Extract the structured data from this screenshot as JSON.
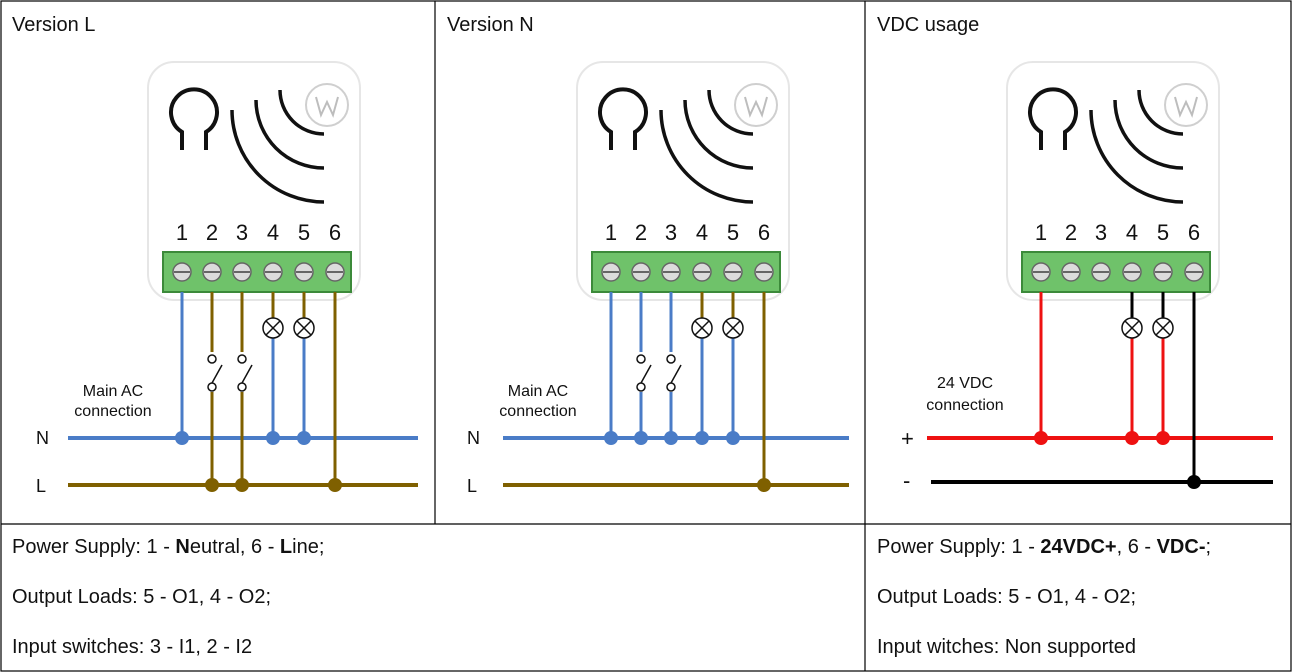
{
  "panels": [
    {
      "title": "Version L",
      "terminals": [
        "1",
        "2",
        "3",
        "4",
        "5",
        "6"
      ],
      "conn_label_line1": "Main AC",
      "conn_label_line2": "connection",
      "rail_top_label": "N",
      "rail_bottom_label": "L"
    },
    {
      "title": "Version N",
      "terminals": [
        "1",
        "2",
        "3",
        "4",
        "5",
        "6"
      ],
      "conn_label_line1": "Main AC",
      "conn_label_line2": "connection",
      "rail_top_label": "N",
      "rail_bottom_label": "L"
    },
    {
      "title": "VDC usage",
      "terminals": [
        "1",
        "2",
        "3",
        "4",
        "5",
        "6"
      ],
      "conn_label_line1": "24 VDC",
      "conn_label_line2": "connection",
      "rail_top_label": "+",
      "rail_bottom_label": "-"
    }
  ],
  "ac_info": {
    "power_prefix": "Power Supply: 1 - ",
    "power_n_bold": "N",
    "power_n_rest": "eutral, 6 - ",
    "power_l_bold": "L",
    "power_l_rest": "ine;",
    "outputs": "Output Loads: 5 - O1, 4 - O2;",
    "inputs": "Input switches: 3 - I1, 2 - I2"
  },
  "dc_info": {
    "power_prefix": "Power Supply: 1 - ",
    "power_plus_bold": "24VDC+",
    "power_mid": ", 6 - ",
    "power_minus_bold": "VDC-",
    "power_end": ";",
    "outputs": "Output Loads: 5 - O1, 4 - O2;",
    "inputs": "Input witches: Non supported"
  },
  "colors": {
    "neutral": "#4a7cc7",
    "line": "#7f6000",
    "dc_plus": "#ee1111",
    "dc_minus": "#000000",
    "terminal_block": "#6fc26a"
  },
  "icons": [
    "device-module-icon",
    "bulb-outline-icon",
    "wireless-arcs-icon",
    "logo-badge-icon",
    "lamp-load-icon",
    "switch-icon"
  ]
}
